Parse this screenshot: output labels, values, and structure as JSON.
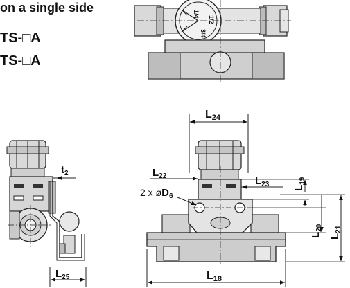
{
  "header": {
    "line1": "on a single side",
    "line2": "TS-□A",
    "line3": "TS-□A"
  },
  "top_view": {
    "dial_labels": [
      "1/4",
      "1/2",
      "3/4"
    ]
  },
  "side_view": {
    "t_label": "t",
    "t_sub": "2",
    "l25_label": "L",
    "l25_sub": "25"
  },
  "front_view": {
    "l24_label": "L",
    "l24_sub": "24",
    "l22_label": "L",
    "l22_sub": "22",
    "l23_label": "L",
    "l23_sub": "23",
    "l19_label": "L",
    "l19_sub": "19",
    "l20_label": "L",
    "l20_sub": "20",
    "l21_label": "L",
    "l21_sub": "21",
    "l18_label": "L",
    "l18_sub": "18",
    "hole_prefix": "2 x ø",
    "hole_label": "D",
    "hole_sub": "6"
  }
}
